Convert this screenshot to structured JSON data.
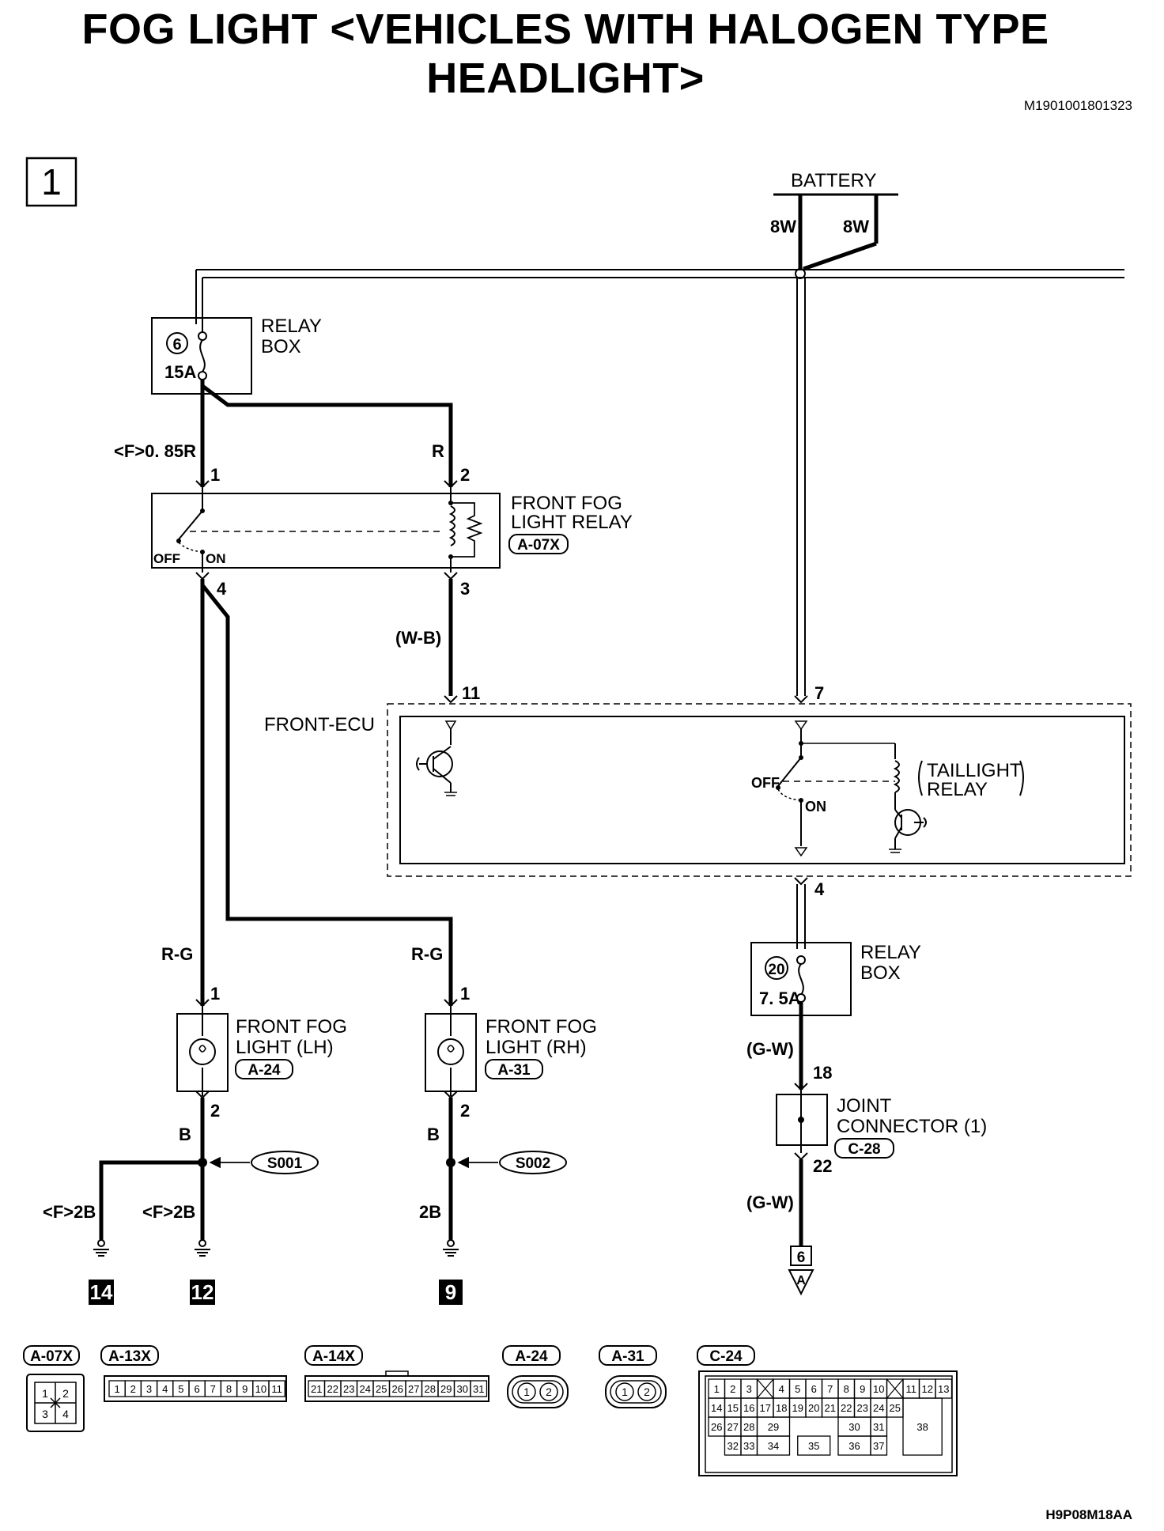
{
  "title": "FOG LIGHT <VEHICLES WITH HALOGEN TYPE HEADLIGHT>",
  "doc_id": "M1901001801323",
  "figure_id": "H9P08M18AA",
  "sheet_number": "1",
  "battery": {
    "label": "BATTERY",
    "wire_left": "8W",
    "wire_right": "8W"
  },
  "relay_box_top": {
    "label_line1": "RELAY",
    "label_line2": "BOX",
    "fuse_number": "6",
    "fuse_rating": "15A"
  },
  "fog_relay": {
    "label_line1": "FRONT FOG",
    "label_line2": "LIGHT RELAY",
    "connector": "A-07X",
    "off_label": "OFF",
    "on_label": "ON",
    "pin1": "1",
    "pin2": "2",
    "pin3": "3",
    "pin4": "4",
    "wire_pin1": "<F>0. 85R",
    "wire_pin2": "R",
    "wire_pin3": "(W-B)"
  },
  "front_ecu": {
    "label": "FRONT-ECU",
    "pin_in": "11",
    "pin_batt": "7",
    "pin_out": "4",
    "taillight_relay_line1": "TAILLIGHT",
    "taillight_relay_line2": "RELAY",
    "off_label": "OFF",
    "on_label": "ON"
  },
  "relay_box_bottom": {
    "label_line1": "RELAY",
    "label_line2": "BOX",
    "fuse_number": "20",
    "fuse_rating": "7. 5A"
  },
  "fog_light_lh": {
    "label_line1": "FRONT FOG",
    "label_line2": "LIGHT (LH)",
    "connector": "A-24",
    "pin1": "1",
    "pin2": "2",
    "wire_in": "R-G",
    "wire_out": "B"
  },
  "fog_light_rh": {
    "label_line1": "FRONT FOG",
    "label_line2": "LIGHT (RH)",
    "connector": "A-31",
    "pin1": "1",
    "pin2": "2",
    "wire_in": "R-G",
    "wire_out": "B"
  },
  "joint_connector": {
    "label_line1": "JOINT",
    "label_line2": "CONNECTOR (1)",
    "connector": "C-28",
    "pin_in": "18",
    "pin_out": "22",
    "wire_in": "(G-W)",
    "wire_out": "(G-W)"
  },
  "splices": {
    "lh": "S001",
    "rh": "S002"
  },
  "grounds": [
    {
      "wire": "<F>2B",
      "number": "14"
    },
    {
      "wire": "<F>2B",
      "number": "12"
    },
    {
      "wire": "2B",
      "number": "9"
    }
  ],
  "continuation": {
    "number": "6",
    "letter": "A"
  },
  "connector_views": [
    {
      "id": "A-07X",
      "pins": [
        "1",
        "2",
        "3",
        "4"
      ]
    },
    {
      "id": "A-13X",
      "pins": [
        "1",
        "2",
        "3",
        "4",
        "5",
        "6",
        "7",
        "8",
        "9",
        "10",
        "11"
      ]
    },
    {
      "id": "A-14X",
      "pins": [
        "21",
        "22",
        "23",
        "24",
        "25",
        "26",
        "27",
        "28",
        "29",
        "30",
        "31"
      ]
    },
    {
      "id": "A-24",
      "pins": [
        "1",
        "2"
      ]
    },
    {
      "id": "A-31",
      "pins": [
        "1",
        "2"
      ]
    },
    {
      "id": "C-24",
      "row1": [
        "1",
        "2",
        "3",
        "",
        "4",
        "5",
        "6",
        "7",
        "8",
        "9",
        "10",
        "",
        "11",
        "12",
        "13"
      ],
      "row2": [
        "14",
        "15",
        "16",
        "17",
        "18",
        "19",
        "20",
        "21",
        "22",
        "23",
        "24",
        "25"
      ],
      "row3": [
        "26",
        "27",
        "28",
        "29",
        "30",
        "31",
        "38"
      ],
      "row4": [
        "32",
        "33",
        "34",
        "35",
        "36",
        "37"
      ]
    }
  ]
}
